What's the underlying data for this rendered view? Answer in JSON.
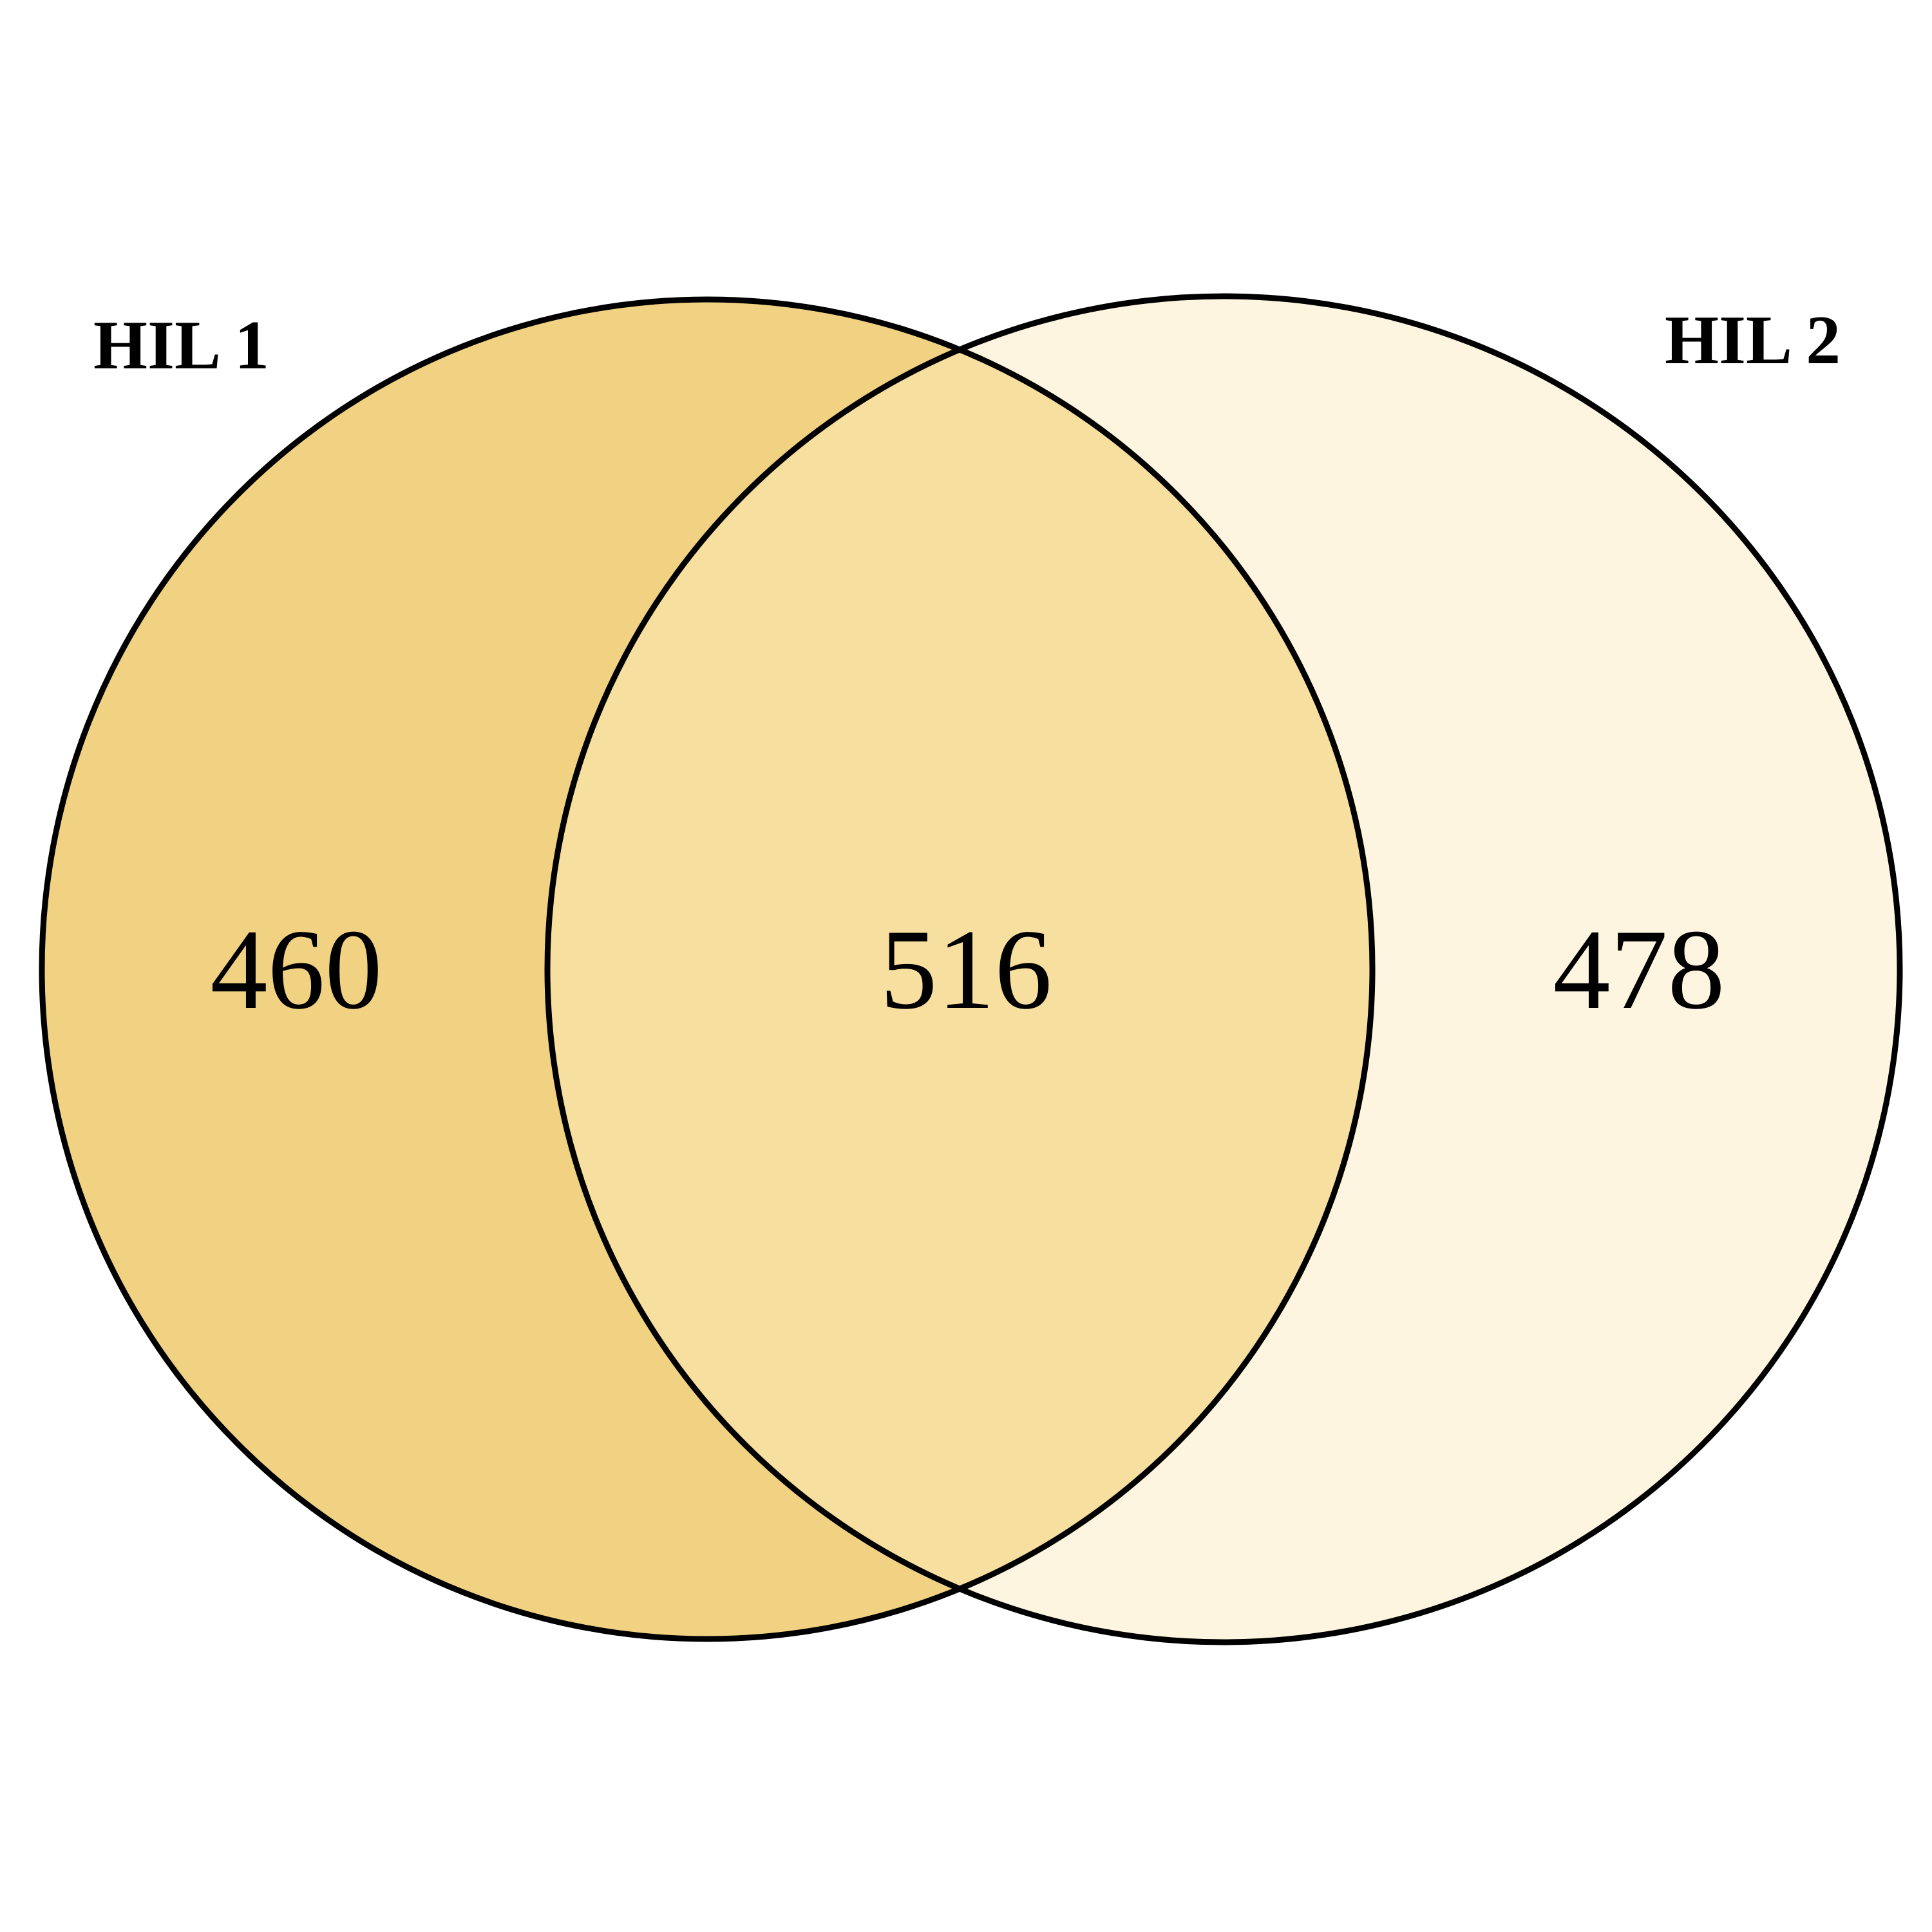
{
  "sets": [
    {
      "label": "HIL 1",
      "color": "#f1d283"
    },
    {
      "label": "HIL 2",
      "color": "#fdf5df"
    }
  ],
  "regions": {
    "only_set1": "460",
    "intersection": "516",
    "only_set2": "478"
  },
  "colors": {
    "intersection": "#f7df9f",
    "outline": "#000000",
    "text": "#000000",
    "background": "#ffffff"
  }
}
